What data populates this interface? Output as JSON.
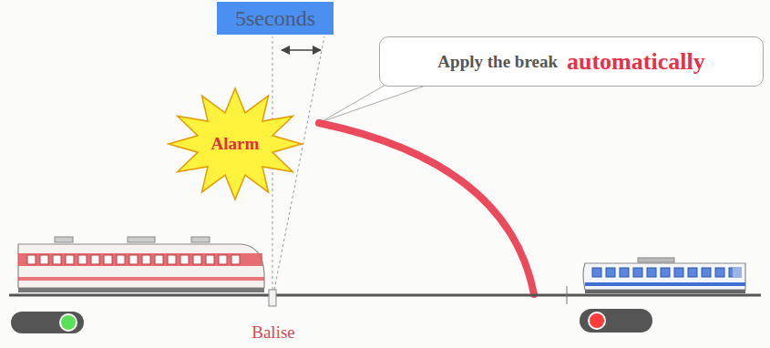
{
  "diagram": {
    "nodes": [
      {
        "text": [
          "5seconds"
        ]
      },
      {
        "text": [
          "Alarm"
        ]
      },
      {
        "text": [
          "Apply the break",
          "automatically"
        ]
      }
    ],
    "labels": [
      "Balise"
    ]
  }
}
